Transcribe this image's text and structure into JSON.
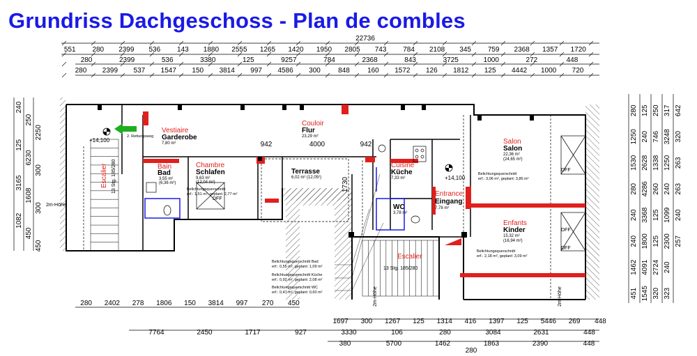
{
  "title": "Grundriss Dachgeschoss - Plan de combles",
  "colors": {
    "title": "#1a1ae6",
    "wall": "#000000",
    "partition_red": "#e0201c",
    "stair_marker": "#e0201c",
    "arrow_green": "#1fae1f",
    "sanitary_blue": "#1a1ae6"
  },
  "dimensions": {
    "top_total": "22736",
    "top_row1": [
      "551",
      "280",
      "2399",
      "536",
      "143",
      "1880",
      "2555",
      "1265",
      "1420",
      "1950",
      "2805",
      "743",
      "784",
      "2108",
      "345",
      "759",
      "2368",
      "1357",
      "1720"
    ],
    "top_row2": [
      "280",
      "2399",
      "536",
      "3380",
      "125",
      "9257",
      "784",
      "2368",
      "843",
      "3725",
      "1000",
      "272",
      "448"
    ],
    "top_row3": [
      "280",
      "2399",
      "537",
      "1547",
      "150",
      "3814",
      "997",
      "4586",
      "300",
      "848",
      "160",
      "1572",
      "126",
      "1812",
      "125",
      "4442",
      "1000",
      "720"
    ],
    "left": [
      "240",
      "250",
      "2250",
      "125",
      "6230",
      "300",
      "3165",
      "1608",
      "300",
      "1082",
      "450",
      "450"
    ],
    "right": [
      "280",
      "1250",
      "1530",
      "280",
      "240",
      "240",
      "1462",
      "451",
      "125",
      "240",
      "2628",
      "4286",
      "3368",
      "1800",
      "4091",
      "1545",
      "250",
      "746",
      "1338",
      "260",
      "125",
      "125",
      "2724",
      "320",
      "317",
      "3248",
      "1250",
      "240",
      "1099",
      "2300",
      "240",
      "323",
      "642",
      "320",
      "263",
      "263",
      "240",
      "257"
    ],
    "bottom_row1": [
      "280",
      "2402",
      "278",
      "1806",
      "150",
      "3814",
      "997",
      "270",
      "450"
    ],
    "bottom_row2": [
      "1697",
      "300",
      "1267",
      "125",
      "1314",
      "416",
      "1397",
      "125",
      "5446",
      "269",
      "448"
    ],
    "bottom_row3": [
      "7764",
      "2450",
      "1717",
      "927",
      "3330",
      "106",
      "280",
      "3084",
      "2631",
      "448"
    ],
    "bottom_row4": [
      "380",
      "5700",
      "1462",
      "1863",
      "2390",
      "448"
    ],
    "bottom_extra": [
      "280"
    ],
    "interior": [
      "942",
      "4000",
      "942",
      "1730",
      "+14,100",
      "+14,100"
    ]
  },
  "rooms": [
    {
      "fr": "Vestiaire",
      "de": "Garderobe",
      "area": "7,80 m²"
    },
    {
      "fr": "Couloir",
      "de": "Flur",
      "area": "23,29 m²"
    },
    {
      "fr": "Salon",
      "de": "Salon",
      "area": "22,36 m²",
      "area2": "(24,65 m²)"
    },
    {
      "fr": "Bain",
      "de": "Bad",
      "area": "3,55 m²",
      "area2": "(6,36 m²)"
    },
    {
      "fr": "Chambre",
      "de": "Schlafen",
      "area": "9,63 m²",
      "area2": "(12,04 m²)"
    },
    {
      "fr": "",
      "de": "Terrasse",
      "area": "6,02 m² (12,05²)"
    },
    {
      "fr": "Cuisine",
      "de": "Küche",
      "area": "7,33 m²"
    },
    {
      "fr": "Entrance",
      "de": "Eingang",
      "area": "7,78 m²"
    },
    {
      "fr": "",
      "de": "WC",
      "area": "3,78 m²"
    },
    {
      "fr": "Enfants",
      "de": "Kinder",
      "area": "15,32 m²",
      "area2": "(16,94 m²)"
    },
    {
      "fr": "Escalier",
      "de": "",
      "area": ""
    },
    {
      "fr": "Escalier",
      "de": "",
      "area": ""
    }
  ],
  "stairs": {
    "left": "13 Stg. 185/280",
    "bottom": "13 Stg. 185/280"
  },
  "labels": {
    "rettungsweg": "2. Rettungsweg",
    "zwei_m_hoehe": "2m-Höhe",
    "dff": "DFF",
    "belichtung": "Belichtungsquerschnitt",
    "bel_schlafen": "erf.: 1,51 m², geplant: 2,77 m²",
    "bel_salon": "erf.: 3,06 m², geplant: 3,86 m²",
    "bel_kinder": "erf.: 2,18 m², geplant: 3,09 m²",
    "bel_bad_title": "Belichtungsquerschnitt Bad",
    "bel_bad": "erf.: 0,55 m², geplant: 1,09 m²",
    "bel_kueche_title": "Belichtungsquerschnitt Küche",
    "bel_kueche": "erf.: 0,92 m², geplant: 2,08 m²",
    "bel_wc_title": "Belichtungsquerschnitt WC",
    "bel_wc": "erf.: 0,47 m², geplant: 0,60 m²"
  }
}
